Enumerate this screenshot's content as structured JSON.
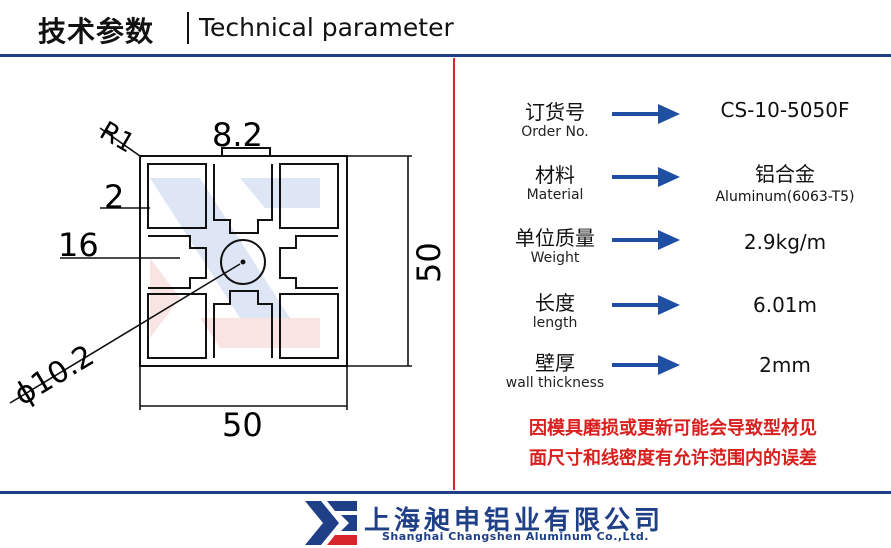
{
  "header": {
    "title_cn": "技术参数",
    "title_en": "Technical parameter"
  },
  "drawing": {
    "dim_r": "R1",
    "dim_slot": "8.2",
    "dim_wall": "2",
    "dim_depth": "16",
    "dim_height": "50",
    "dim_width": "50",
    "dim_hole": "ϕ10.2"
  },
  "params": [
    {
      "cn": "订货号",
      "en": "Order No.",
      "value": "CS-10-5050F",
      "value_sub": ""
    },
    {
      "cn": "材料",
      "en": "Material",
      "value": "铝合金",
      "value_sub": "Aluminum(6063-T5)"
    },
    {
      "cn": "单位质量",
      "en": "Weight",
      "value": "2.9kg/m",
      "value_sub": ""
    },
    {
      "cn": "长度",
      "en": "length",
      "value": "6.01m",
      "value_sub": ""
    },
    {
      "cn": "壁厚",
      "en": "wall thickness",
      "value": "2mm",
      "value_sub": ""
    }
  ],
  "warning": {
    "line1": "因模具磨损或更新可能会导致型材见",
    "line2": "面尺寸和线密度有允许范围内的误差"
  },
  "footer": {
    "company_cn": "上海昶申铝业有限公司",
    "company_en": "Shanghai  Changshen Aluminum  Co.,Ltd."
  },
  "colors": {
    "brand_blue": "#1f3f86",
    "warning_red": "#d8201f",
    "arrow_blue": "#1e4fa3"
  }
}
